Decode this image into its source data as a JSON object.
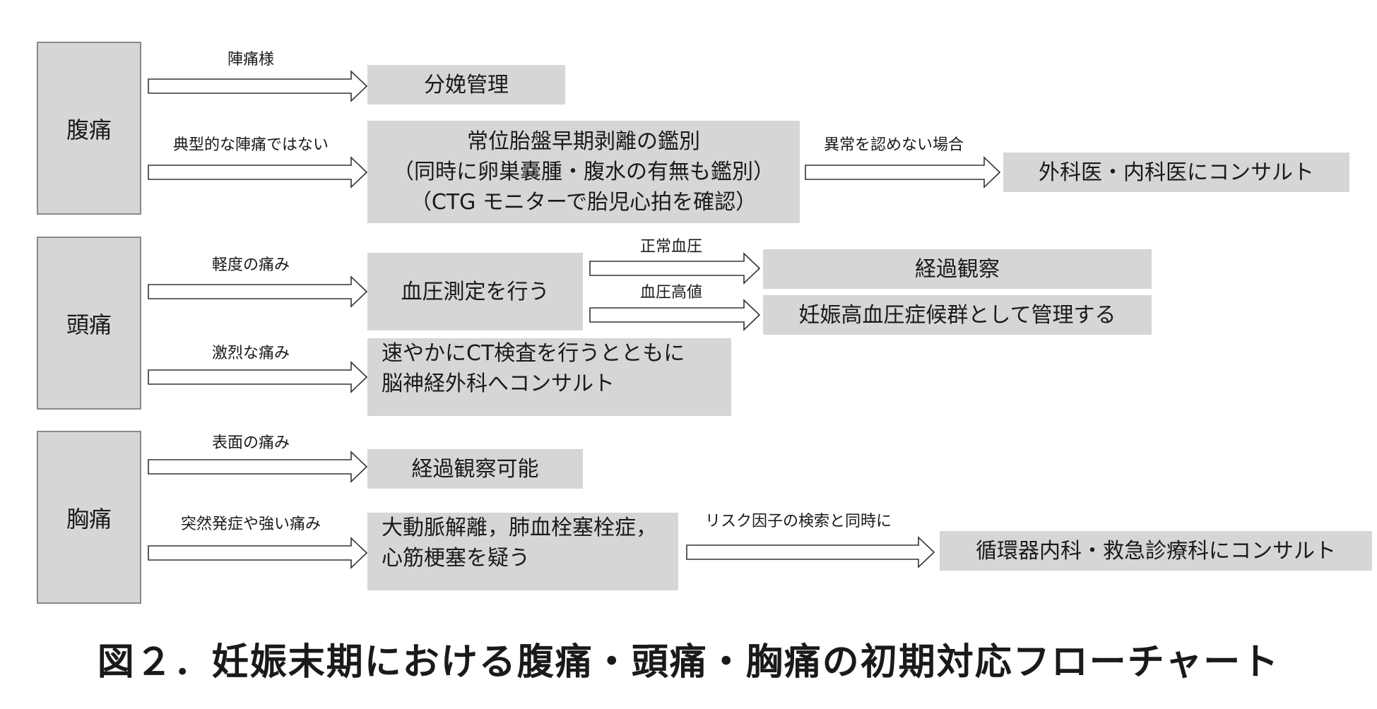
{
  "categories": {
    "abdominal": "腹痛",
    "headache": "頭痛",
    "chest": "胸痛"
  },
  "labels": {
    "labor_like": "陣痛様",
    "atypical": "典型的な陣痛ではない",
    "no_abnormality": "異常を認めない場合",
    "mild_pain": "軽度の痛み",
    "normal_bp": "正常血圧",
    "high_bp": "血圧高値",
    "severe_pain": "激烈な痛み",
    "surface_pain": "表面の痛み",
    "sudden_onset": "突然発症や強い痛み",
    "risk_search": "リスク因子の検索と同時に"
  },
  "boxes": {
    "delivery": "分娩管理",
    "abruption": [
      "常位胎盤早期剥離の鑑別",
      "（同時に卵巣嚢腫・腹水の有無も鑑別）",
      "（CTG モニターで胎児心拍を確認）"
    ],
    "surgery_consult": "外科医・内科医にコンサルト",
    "bp_measure": "血圧測定を行う",
    "observe": "経過観察",
    "pih": "妊娠高血圧症候群として管理する",
    "ct": [
      "速やかにCT検査を行うとともに",
      "脳神経外科へコンサルト"
    ],
    "observe_possible": "経過観察可能",
    "suspect": [
      "大動脈解離，肺血栓塞栓症，",
      "心筋梗塞を疑う"
    ],
    "cardio_consult": "循環器内科・救急診療科にコンサルト"
  },
  "caption": "図２．妊娠末期における腹痛・頭痛・胸痛の初期対応フローチャート",
  "colors": {
    "box_fill": "#d6d6d6",
    "category_border": "#8a8a8a",
    "arrow_stroke": "#333333"
  }
}
